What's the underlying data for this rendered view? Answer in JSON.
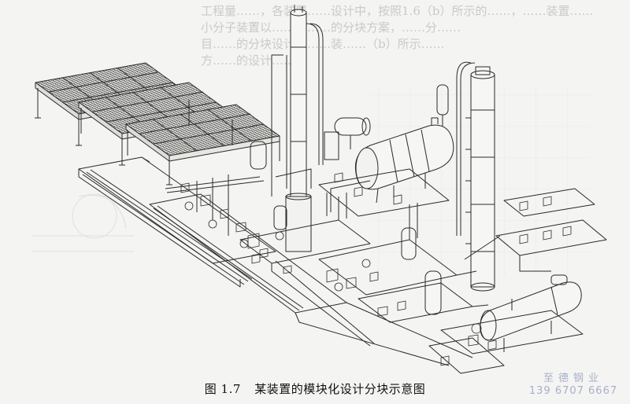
{
  "bleed_through_lines": [
    "工程量……，各装置……设计中，按照1.6（b）所示的……，……装置……",
    "小分子装置以……进……的分块方案，……分……",
    "目……的分块设计。……装……（b）所示……",
    "方……的设计……"
  ],
  "caption": {
    "figure_number": "图 1.7",
    "title": "某装置的模块化设计分块示意图"
  },
  "watermark": {
    "name": "至德钢业",
    "phone": "139 6707 6667"
  },
  "colors": {
    "line": "#2a2a2a",
    "paper": "#f4f4f2",
    "watermark": "#9aa4c4"
  }
}
